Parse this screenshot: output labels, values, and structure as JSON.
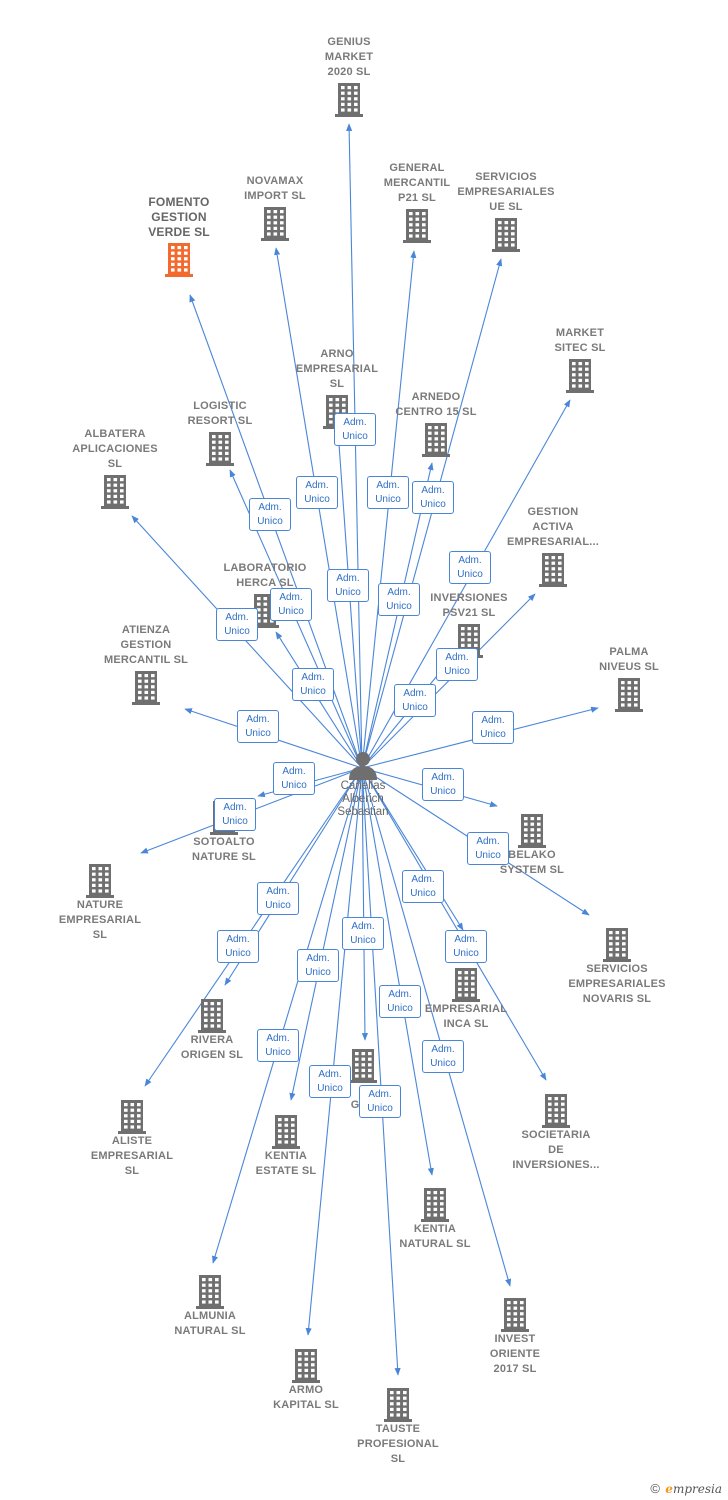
{
  "center": {
    "label": "Cañellas\nAlberich\nSebastian",
    "icon": "person-icon"
  },
  "badge_text": "Adm.\nUnico",
  "colors": {
    "edge": "#4a86d8",
    "building": "#6f6f6f",
    "highlight": "#f26a2e",
    "label": "#7a7a7a"
  },
  "nodes": [
    {
      "label": "GENIUS\nMARKET\n2020  SL"
    },
    {
      "label": "FOMENTO\nGESTION\nVERDE  SL",
      "highlight": true
    },
    {
      "label": "NOVAMAX\nIMPORT  SL"
    },
    {
      "label": "GENERAL\nMERCANTIL\nP21  SL"
    },
    {
      "label": "SERVICIOS\nEMPRESARIALES\nUE  SL"
    },
    {
      "label": "MARKET\nSITEC  SL"
    },
    {
      "label": "ARNO\nEMPRESARIAL\nSL"
    },
    {
      "label": "ARNEDO\nCENTRO 15  SL"
    },
    {
      "label": "LOGISTIC\nRESORT SL"
    },
    {
      "label": "ALBATERA\nAPLICACIONES\nSL"
    },
    {
      "label": "GESTION\nACTIVA\nEMPRESARIAL..."
    },
    {
      "label": "LABORATORIO\nHERCA SL"
    },
    {
      "label": "INVERSIONES\nPSV21  SL"
    },
    {
      "label": "ATIENZA\nGESTION\nMERCANTIL SL"
    },
    {
      "label": "PALMA\nNIVEUS  SL"
    },
    {
      "label": "SOTOALTO\nNATURE  SL"
    },
    {
      "label": "BELAKO\nSYSTEM  SL"
    },
    {
      "label": "NATURE\nEMPRESARIAL\nSL"
    },
    {
      "label": "SERVICIOS\nEMPRESARIALES\nNOVARIS  SL"
    },
    {
      "label": "EMPRESARIAL\nINCA  SL"
    },
    {
      "label": "RIVERA\nORIGEN  SL"
    },
    {
      "label": "P\nGLO"
    },
    {
      "label": "SOCIETARIA\nDE\nINVERSIONES..."
    },
    {
      "label": "ALISTE\nEMPRESARIAL\nSL"
    },
    {
      "label": "KENTIA\nESTATE  SL"
    },
    {
      "label": "KENTIA\nNATURAL  SL"
    },
    {
      "label": "ALMUNIA\nNATURAL  SL"
    },
    {
      "label": "INVEST\nORIENTE\n2017  SL"
    },
    {
      "label": "ARMO\nKAPITAL  SL"
    },
    {
      "label": "TAUSTE\nPROFESIONAL\nSL"
    }
  ],
  "footer": {
    "copyright": "©",
    "brand_first": "e",
    "brand_rest": "mpresia"
  }
}
